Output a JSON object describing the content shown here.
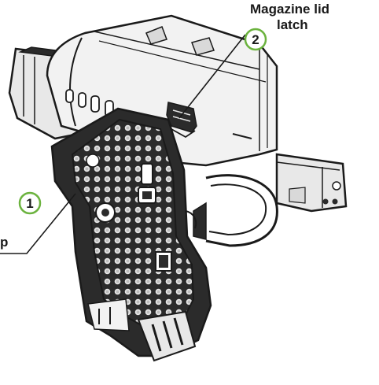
{
  "callouts": [
    {
      "number": "1",
      "label": "p"
    },
    {
      "number": "2",
      "label_line1": "Magazine lid",
      "label_line2": "latch"
    }
  ],
  "colors": {
    "accent": "#6cb33f",
    "line": "#1a1a1a",
    "fill_light": "#f2f2f2",
    "fill_mid": "#d9d9d9",
    "fill_dark": "#2b2b2b"
  }
}
